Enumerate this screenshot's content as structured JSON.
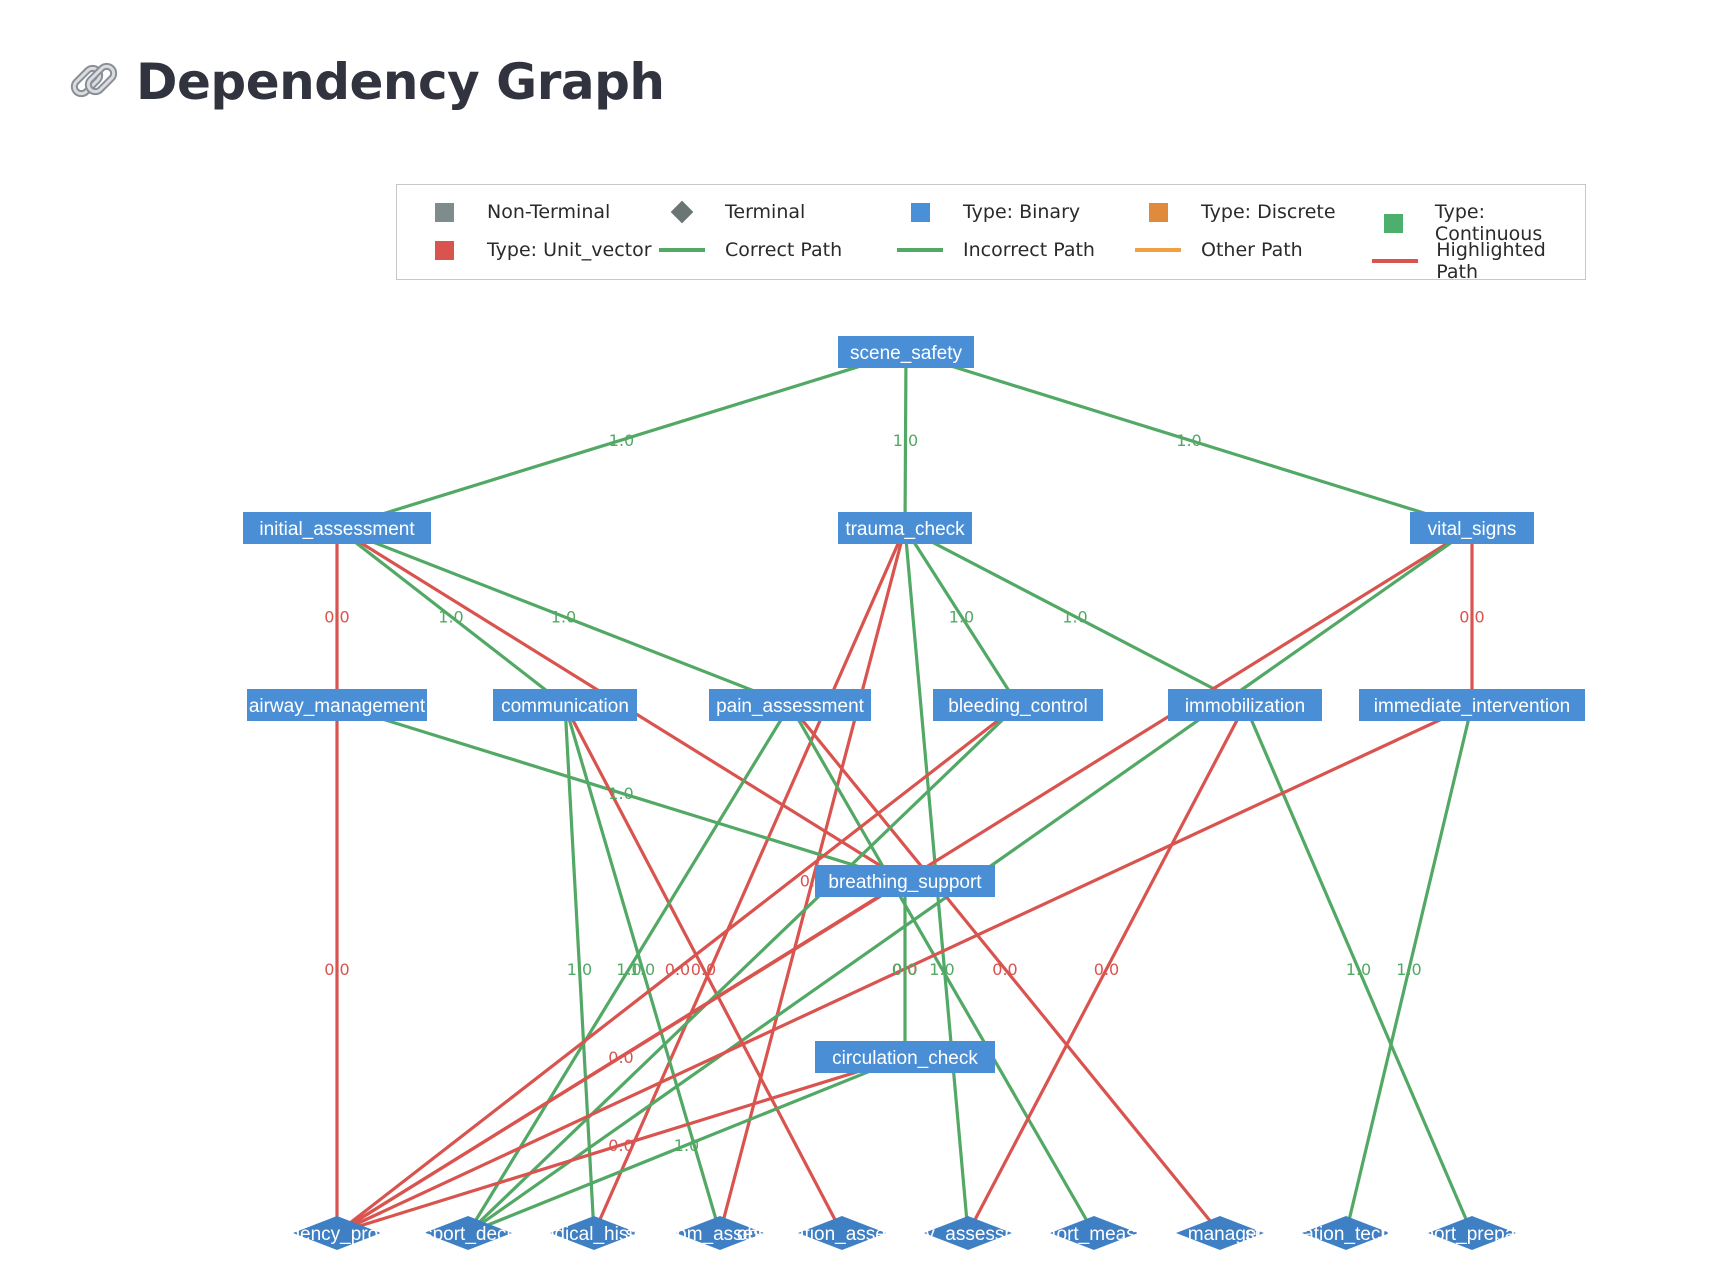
{
  "title": {
    "icon": "link-icon",
    "text": "Dependency Graph"
  },
  "legend": [
    {
      "label": "Non-Terminal",
      "symbol": "square",
      "color": "#7f8c8d"
    },
    {
      "label": "Terminal",
      "symbol": "diamond",
      "color": "#6a7574"
    },
    {
      "label": "Type: Binary",
      "symbol": "square",
      "color": "#4a90d9"
    },
    {
      "label": "Type: Discrete",
      "symbol": "square",
      "color": "#e08a3c"
    },
    {
      "label": "Type: Continuous",
      "symbol": "square",
      "color": "#4caf6e"
    },
    {
      "label": "Type: Unit_vector",
      "symbol": "square",
      "color": "#d9534f"
    },
    {
      "label": "Correct Path",
      "symbol": "line",
      "color": "#52a865"
    },
    {
      "label": "Incorrect Path",
      "symbol": "line",
      "color": "#52a865"
    },
    {
      "label": "Other Path",
      "symbol": "line",
      "color": "#f0a040"
    },
    {
      "label": "Highlighted Path",
      "symbol": "line",
      "color": "#d9534f"
    }
  ],
  "colors": {
    "correct": "#52a865",
    "highlighted": "#d9534f",
    "node": "#4a8fd6",
    "terminal": "#3f7fc4"
  },
  "nodes": {
    "scene_safety": {
      "label": "scene_safety",
      "kind": "box"
    },
    "initial_assessment": {
      "label": "initial_assessment",
      "kind": "box"
    },
    "trauma_check": {
      "label": "trauma_check",
      "kind": "box"
    },
    "vital_signs": {
      "label": "vital_signs",
      "kind": "box"
    },
    "airway_management": {
      "label": "airway_management",
      "kind": "box"
    },
    "communication": {
      "label": "communication",
      "kind": "box"
    },
    "pain_assessment": {
      "label": "pain_assessment",
      "kind": "box"
    },
    "bleeding_control": {
      "label": "bleeding_control",
      "kind": "box"
    },
    "immobilization": {
      "label": "immobilization",
      "kind": "box"
    },
    "immediate_intervention": {
      "label": "immediate_intervention",
      "kind": "box"
    },
    "breathing_support": {
      "label": "breathing_support",
      "kind": "box"
    },
    "circulation_check": {
      "label": "circulation_check",
      "kind": "box"
    },
    "emergency_protocols": {
      "label": "emergency_protocols",
      "kind": "diamond"
    },
    "transport_decision": {
      "label": "transport_decision",
      "kind": "diamond"
    },
    "medical_history": {
      "label": "medical_history",
      "kind": "diamond"
    },
    "symptom_assessment": {
      "label": "symptom_assessment",
      "kind": "diamond"
    },
    "observation_assessment": {
      "label": "observation_assessment",
      "kind": "diamond"
    },
    "injury_assessment": {
      "label": "injury_assessment",
      "kind": "diamond"
    },
    "comfort_measures": {
      "label": "comfort_measures",
      "kind": "diamond"
    },
    "pain_management": {
      "label": "pain_management",
      "kind": "diamond"
    },
    "stabilization_techniques": {
      "label": "stabilization_techniques",
      "kind": "diamond"
    },
    "transport_preparation": {
      "label": "transport_preparation",
      "kind": "diamond"
    }
  },
  "edges": [
    {
      "from": "scene_safety",
      "to": "initial_assessment",
      "status": "correct",
      "label": "1.0"
    },
    {
      "from": "scene_safety",
      "to": "trauma_check",
      "status": "correct",
      "label": "1.0"
    },
    {
      "from": "scene_safety",
      "to": "vital_signs",
      "status": "correct",
      "label": "1.0"
    },
    {
      "from": "initial_assessment",
      "to": "airway_management",
      "status": "highlighted",
      "label": "0.0"
    },
    {
      "from": "initial_assessment",
      "to": "communication",
      "status": "correct",
      "label": "1.0"
    },
    {
      "from": "initial_assessment",
      "to": "pain_assessment",
      "status": "correct",
      "label": "1.0"
    },
    {
      "from": "initial_assessment",
      "to": "breathing_support",
      "status": "highlighted",
      "label": ""
    },
    {
      "from": "trauma_check",
      "to": "bleeding_control",
      "status": "correct",
      "label": "1.0"
    },
    {
      "from": "trauma_check",
      "to": "immobilization",
      "status": "correct",
      "label": "1.0"
    },
    {
      "from": "trauma_check",
      "to": "symptom_assessment",
      "status": "highlighted",
      "label": "0.0"
    },
    {
      "from": "trauma_check",
      "to": "medical_history",
      "status": "highlighted",
      "label": ""
    },
    {
      "from": "trauma_check",
      "to": "injury_assessment",
      "status": "correct",
      "label": "1.0"
    },
    {
      "from": "vital_signs",
      "to": "immediate_intervention",
      "status": "highlighted",
      "label": "0.0"
    },
    {
      "from": "vital_signs",
      "to": "emergency_protocols",
      "status": "highlighted",
      "label": ""
    },
    {
      "from": "vital_signs",
      "to": "transport_decision",
      "status": "correct",
      "label": ""
    },
    {
      "from": "airway_management",
      "to": "emergency_protocols",
      "status": "highlighted",
      "label": "0.0"
    },
    {
      "from": "airway_management",
      "to": "breathing_support",
      "status": "correct",
      "label": "1.0"
    },
    {
      "from": "communication",
      "to": "medical_history",
      "status": "correct",
      "label": "1.0"
    },
    {
      "from": "communication",
      "to": "symptom_assessment",
      "status": "correct",
      "label": "1.0"
    },
    {
      "from": "communication",
      "to": "observation_assessment",
      "status": "highlighted",
      "label": "0.0"
    },
    {
      "from": "pain_assessment",
      "to": "transport_decision",
      "status": "correct",
      "label": "1.0"
    },
    {
      "from": "pain_assessment",
      "to": "comfort_measures",
      "status": "correct",
      "label": "1.0"
    },
    {
      "from": "pain_assessment",
      "to": "pain_management",
      "status": "highlighted",
      "label": "0.0"
    },
    {
      "from": "bleeding_control",
      "to": "emergency_protocols",
      "status": "highlighted",
      "label": "0.0"
    },
    {
      "from": "bleeding_control",
      "to": "transport_decision",
      "status": "correct",
      "label": ""
    },
    {
      "from": "immobilization",
      "to": "injury_assessment",
      "status": "highlighted",
      "label": "0.0"
    },
    {
      "from": "immobilization",
      "to": "transport_preparation",
      "status": "correct",
      "label": "1.0"
    },
    {
      "from": "immediate_intervention",
      "to": "emergency_protocols",
      "status": "highlighted",
      "label": "0.0"
    },
    {
      "from": "immediate_intervention",
      "to": "stabilization_techniques",
      "status": "correct",
      "label": "1.0"
    },
    {
      "from": "breathing_support",
      "to": "circulation_check",
      "status": "correct",
      "label": "0.0"
    },
    {
      "from": "breathing_support",
      "to": "emergency_protocols",
      "status": "highlighted",
      "label": "0.0"
    },
    {
      "from": "circulation_check",
      "to": "emergency_protocols",
      "status": "highlighted",
      "label": "0.0"
    },
    {
      "from": "circulation_check",
      "to": "transport_decision",
      "status": "correct",
      "label": "1.0"
    }
  ]
}
